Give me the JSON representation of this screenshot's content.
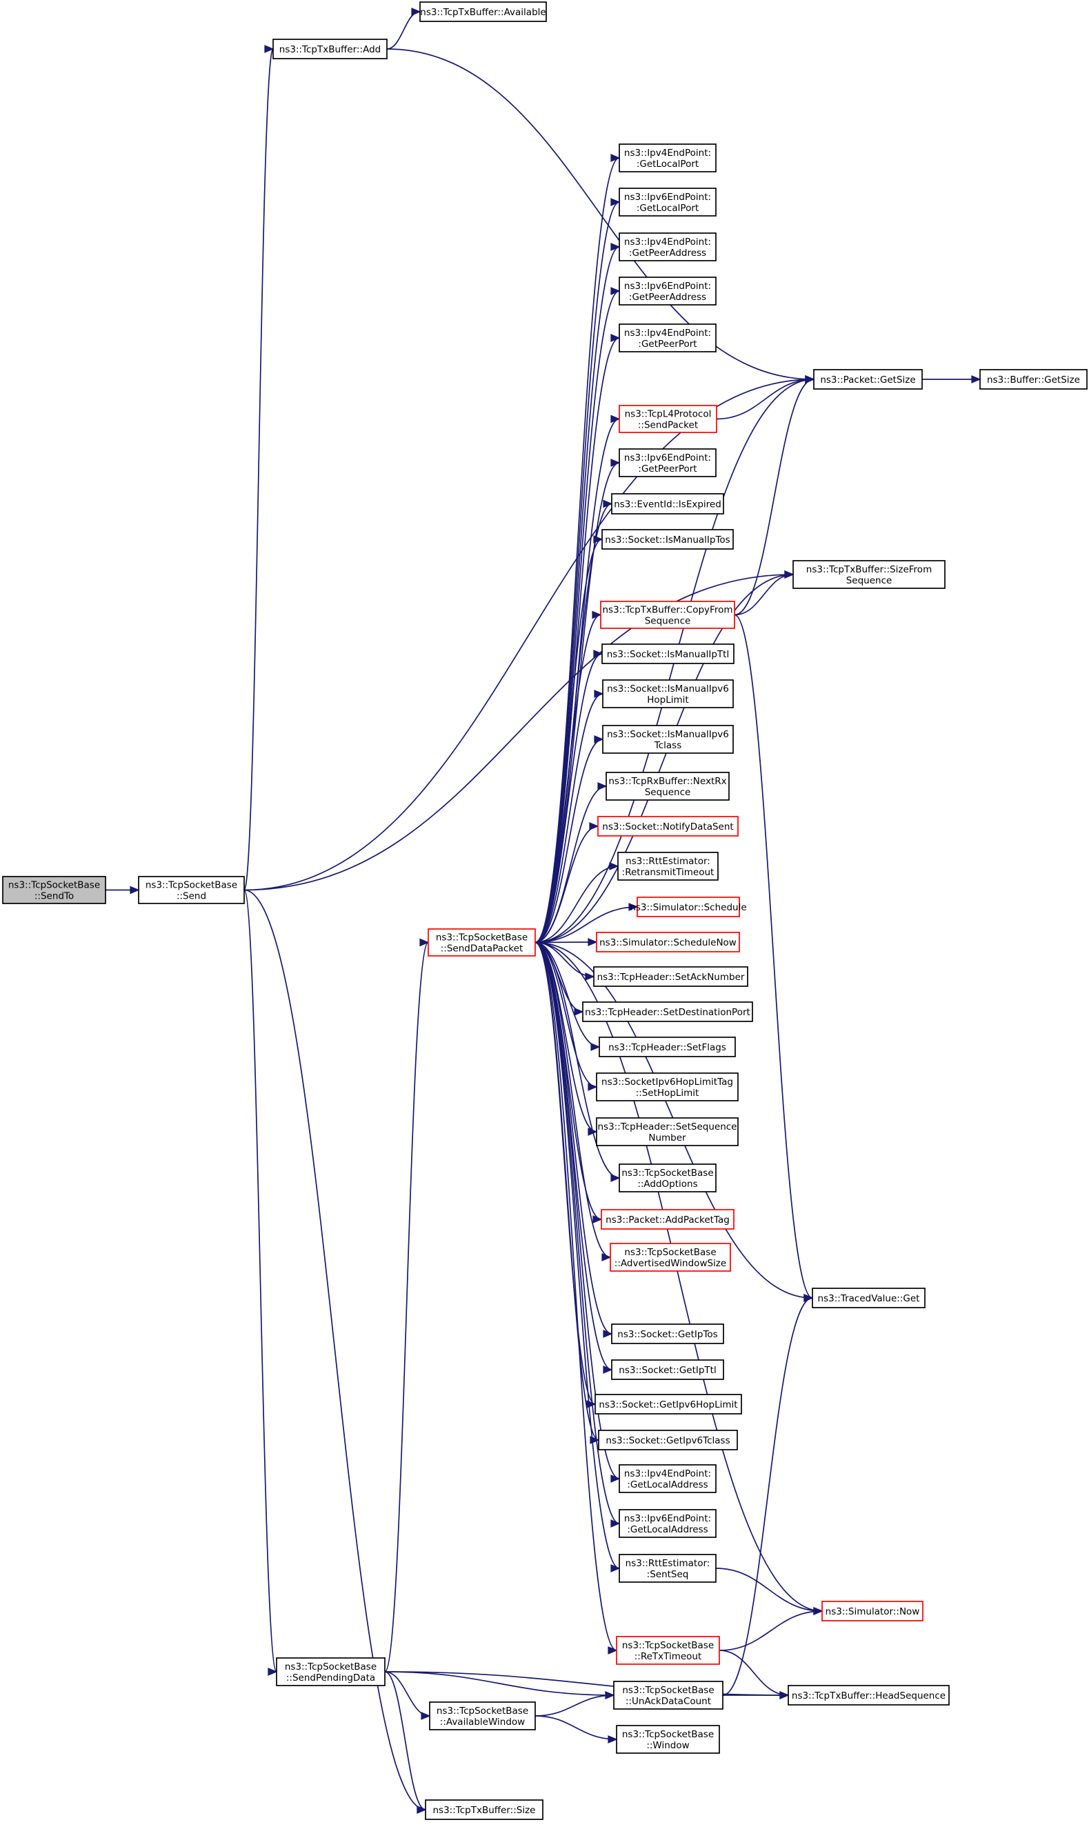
{
  "diagram": {
    "nodes": [
      {
        "id": "sendto",
        "lines": [
          "ns3::TcpSocketBase",
          "::SendTo"
        ],
        "style": "gray"
      },
      {
        "id": "send",
        "lines": [
          "ns3::TcpSocketBase",
          "::Send"
        ],
        "style": "normal"
      },
      {
        "id": "available",
        "lines": [
          "ns3::TcpTxBuffer::Available"
        ],
        "style": "normal"
      },
      {
        "id": "add",
        "lines": [
          "ns3::TcpTxBuffer::Add"
        ],
        "style": "normal"
      },
      {
        "id": "sendpending",
        "lines": [
          "ns3::TcpSocketBase",
          "::SendPendingData"
        ],
        "style": "normal"
      },
      {
        "id": "senddata",
        "lines": [
          "ns3::TcpSocketBase",
          "::SendDataPacket"
        ],
        "style": "red"
      },
      {
        "id": "availwin",
        "lines": [
          "ns3::TcpSocketBase",
          "::AvailableWindow"
        ],
        "style": "normal"
      },
      {
        "id": "size",
        "lines": [
          "ns3::TcpTxBuffer::Size"
        ],
        "style": "normal"
      },
      {
        "id": "v4localport",
        "lines": [
          "ns3::Ipv4EndPoint:",
          ":GetLocalPort"
        ],
        "style": "normal"
      },
      {
        "id": "v6localport",
        "lines": [
          "ns3::Ipv6EndPoint:",
          ":GetLocalPort"
        ],
        "style": "normal"
      },
      {
        "id": "v4peeraddr",
        "lines": [
          "ns3::Ipv4EndPoint:",
          ":GetPeerAddress"
        ],
        "style": "normal"
      },
      {
        "id": "v6peeraddr",
        "lines": [
          "ns3::Ipv6EndPoint:",
          ":GetPeerAddress"
        ],
        "style": "normal"
      },
      {
        "id": "v4peerport",
        "lines": [
          "ns3::Ipv4EndPoint:",
          ":GetPeerPort"
        ],
        "style": "normal"
      },
      {
        "id": "l4send",
        "lines": [
          "ns3::TcpL4Protocol",
          "::SendPacket"
        ],
        "style": "red"
      },
      {
        "id": "v6peerport",
        "lines": [
          "ns3::Ipv6EndPoint:",
          ":GetPeerPort"
        ],
        "style": "normal"
      },
      {
        "id": "isexpired",
        "lines": [
          "ns3::EventId::IsExpired"
        ],
        "style": "normal"
      },
      {
        "id": "manualiptos",
        "lines": [
          "ns3::Socket::IsManualIpTos"
        ],
        "style": "normal"
      },
      {
        "id": "copyfrom",
        "lines": [
          "ns3::TcpTxBuffer::CopyFrom",
          "Sequence"
        ],
        "style": "red"
      },
      {
        "id": "manualipttl",
        "lines": [
          "ns3::Socket::IsManualIpTtl"
        ],
        "style": "normal"
      },
      {
        "id": "manualhop",
        "lines": [
          "ns3::Socket::IsManualIpv6",
          "HopLimit"
        ],
        "style": "normal"
      },
      {
        "id": "manualtclass",
        "lines": [
          "ns3::Socket::IsManualIpv6",
          "Tclass"
        ],
        "style": "normal"
      },
      {
        "id": "nextrx",
        "lines": [
          "ns3::TcpRxBuffer::NextRx",
          "Sequence"
        ],
        "style": "normal"
      },
      {
        "id": "notifysent",
        "lines": [
          "ns3::Socket::NotifyDataSent"
        ],
        "style": "red"
      },
      {
        "id": "rto",
        "lines": [
          "ns3::RttEstimator:",
          ":RetransmitTimeout"
        ],
        "style": "normal"
      },
      {
        "id": "schedule",
        "lines": [
          "ns3::Simulator::Schedule"
        ],
        "style": "red"
      },
      {
        "id": "schedulenow",
        "lines": [
          "ns3::Simulator::ScheduleNow"
        ],
        "style": "red"
      },
      {
        "id": "setack",
        "lines": [
          "ns3::TcpHeader::SetAckNumber"
        ],
        "style": "normal"
      },
      {
        "id": "setdest",
        "lines": [
          "ns3::TcpHeader::SetDestinationPort"
        ],
        "style": "normal"
      },
      {
        "id": "setflags",
        "lines": [
          "ns3::TcpHeader::SetFlags"
        ],
        "style": "normal"
      },
      {
        "id": "sethop",
        "lines": [
          "ns3::SocketIpv6HopLimitTag",
          "::SetHopLimit"
        ],
        "style": "normal"
      },
      {
        "id": "setseq",
        "lines": [
          "ns3::TcpHeader::SetSequence",
          "Number"
        ],
        "style": "normal"
      },
      {
        "id": "addopts",
        "lines": [
          "ns3::TcpSocketBase",
          "::AddOptions"
        ],
        "style": "normal"
      },
      {
        "id": "addtag",
        "lines": [
          "ns3::Packet::AddPacketTag"
        ],
        "style": "red"
      },
      {
        "id": "advwin",
        "lines": [
          "ns3::TcpSocketBase",
          "::AdvertisedWindowSize"
        ],
        "style": "red"
      },
      {
        "id": "getiptos",
        "lines": [
          "ns3::Socket::GetIpTos"
        ],
        "style": "normal"
      },
      {
        "id": "getipttl",
        "lines": [
          "ns3::Socket::GetIpTtl"
        ],
        "style": "normal"
      },
      {
        "id": "gethop",
        "lines": [
          "ns3::Socket::GetIpv6HopLimit"
        ],
        "style": "normal"
      },
      {
        "id": "gettclass",
        "lines": [
          "ns3::Socket::GetIpv6Tclass"
        ],
        "style": "normal"
      },
      {
        "id": "v4localaddr",
        "lines": [
          "ns3::Ipv4EndPoint:",
          ":GetLocalAddress"
        ],
        "style": "normal"
      },
      {
        "id": "v6localaddr",
        "lines": [
          "ns3::Ipv6EndPoint:",
          ":GetLocalAddress"
        ],
        "style": "normal"
      },
      {
        "id": "sentseq",
        "lines": [
          "ns3::RttEstimator:",
          ":SentSeq"
        ],
        "style": "normal"
      },
      {
        "id": "retx",
        "lines": [
          "ns3::TcpSocketBase",
          "::ReTxTimeout"
        ],
        "style": "red"
      },
      {
        "id": "unack",
        "lines": [
          "ns3::TcpSocketBase",
          "::UnAckDataCount"
        ],
        "style": "normal"
      },
      {
        "id": "window",
        "lines": [
          "ns3::TcpSocketBase",
          "::Window"
        ],
        "style": "normal"
      },
      {
        "id": "getsize",
        "lines": [
          "ns3::Packet::GetSize"
        ],
        "style": "normal"
      },
      {
        "id": "buffersize",
        "lines": [
          "ns3::Buffer::GetSize"
        ],
        "style": "normal"
      },
      {
        "id": "sizefrom",
        "lines": [
          "ns3::TcpTxBuffer::SizeFrom",
          "Sequence"
        ],
        "style": "normal"
      },
      {
        "id": "tracedget",
        "lines": [
          "ns3::TracedValue::Get"
        ],
        "style": "normal"
      },
      {
        "id": "now",
        "lines": [
          "ns3::Simulator::Now"
        ],
        "style": "red"
      },
      {
        "id": "headseq",
        "lines": [
          "ns3::TcpTxBuffer::HeadSequence"
        ],
        "style": "normal"
      }
    ],
    "edges": [
      [
        "sendto",
        "send"
      ],
      [
        "send",
        "add"
      ],
      [
        "send",
        "getsize"
      ],
      [
        "send",
        "sendpending"
      ],
      [
        "send",
        "sizefrom"
      ],
      [
        "send",
        "size"
      ],
      [
        "add",
        "available"
      ],
      [
        "add",
        "getsize"
      ],
      [
        "sendpending",
        "senddata"
      ],
      [
        "sendpending",
        "availwin"
      ],
      [
        "sendpending",
        "unack"
      ],
      [
        "sendpending",
        "headseq"
      ],
      [
        "sendpending",
        "size"
      ],
      [
        "availwin",
        "unack"
      ],
      [
        "availwin",
        "window"
      ],
      [
        "senddata",
        "v4localport"
      ],
      [
        "senddata",
        "v6localport"
      ],
      [
        "senddata",
        "v4peeraddr"
      ],
      [
        "senddata",
        "v6peeraddr"
      ],
      [
        "senddata",
        "v4peerport"
      ],
      [
        "senddata",
        "getsize"
      ],
      [
        "senddata",
        "l4send"
      ],
      [
        "senddata",
        "v6peerport"
      ],
      [
        "senddata",
        "isexpired"
      ],
      [
        "senddata",
        "manualiptos"
      ],
      [
        "senddata",
        "sizefrom"
      ],
      [
        "senddata",
        "copyfrom"
      ],
      [
        "senddata",
        "manualipttl"
      ],
      [
        "senddata",
        "manualhop"
      ],
      [
        "senddata",
        "manualtclass"
      ],
      [
        "senddata",
        "nextrx"
      ],
      [
        "senddata",
        "notifysent"
      ],
      [
        "senddata",
        "rto"
      ],
      [
        "senddata",
        "schedule"
      ],
      [
        "senddata",
        "schedulenow"
      ],
      [
        "senddata",
        "setack"
      ],
      [
        "senddata",
        "setdest"
      ],
      [
        "senddata",
        "setflags"
      ],
      [
        "senddata",
        "sethop"
      ],
      [
        "senddata",
        "setseq"
      ],
      [
        "senddata",
        "addopts"
      ],
      [
        "senddata",
        "addtag"
      ],
      [
        "senddata",
        "advwin"
      ],
      [
        "senddata",
        "tracedget"
      ],
      [
        "senddata",
        "getiptos"
      ],
      [
        "senddata",
        "getipttl"
      ],
      [
        "senddata",
        "gethop"
      ],
      [
        "senddata",
        "gettclass"
      ],
      [
        "senddata",
        "v4localaddr"
      ],
      [
        "senddata",
        "v6localaddr"
      ],
      [
        "senddata",
        "sentseq"
      ],
      [
        "senddata",
        "now"
      ],
      [
        "senddata",
        "retx"
      ],
      [
        "l4send",
        "getsize"
      ],
      [
        "copyfrom",
        "getsize"
      ],
      [
        "copyfrom",
        "sizefrom"
      ],
      [
        "copyfrom",
        "tracedget"
      ],
      [
        "getsize",
        "buffersize"
      ],
      [
        "sentseq",
        "now"
      ],
      [
        "retx",
        "now"
      ],
      [
        "retx",
        "headseq"
      ],
      [
        "unack",
        "tracedget"
      ],
      [
        "unack",
        "headseq"
      ]
    ]
  }
}
